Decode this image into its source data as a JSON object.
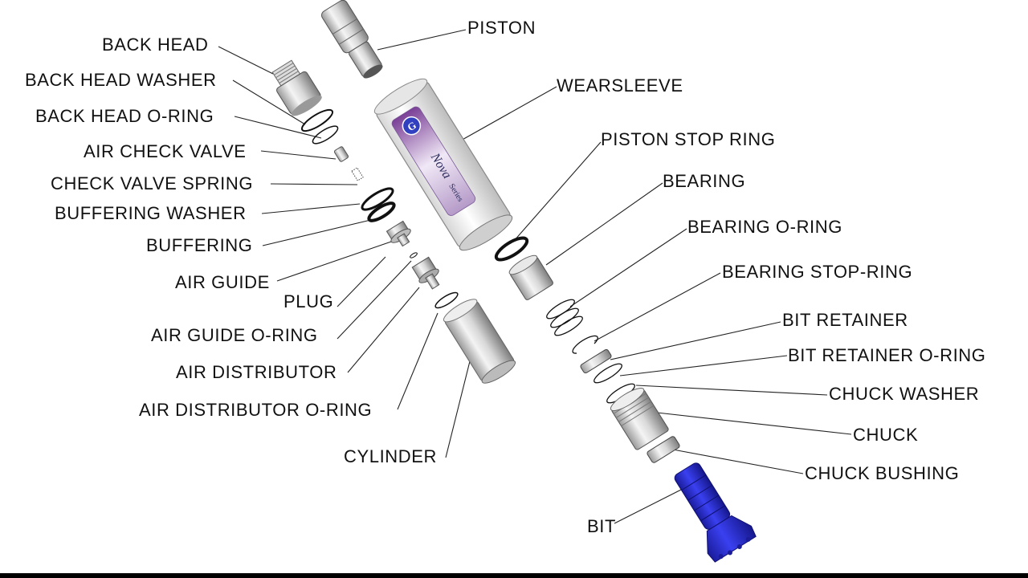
{
  "colors": {
    "ink": "#111111",
    "metal_light": "#f2f2f2",
    "metal_mid": "#c8c8c8",
    "metal_dark": "#8a8a8a",
    "bit_blue": "#2a2fd6",
    "bit_blue_dark": "#1a1c9a",
    "badge_purple": "#6a3a8a"
  },
  "labels": {
    "back_head": "BACK HEAD",
    "back_head_washer": "BACK HEAD WASHER",
    "back_head_o_ring": "BACK HEAD O-RING",
    "air_check_valve": "AIR CHECK VALVE",
    "check_valve_spring": "CHECK VALVE SPRING",
    "buffering_washer": "BUFFERING WASHER",
    "buffering": "BUFFERING",
    "air_guide": "AIR GUIDE",
    "plug": "PLUG",
    "air_guide_o_ring": "AIR GUIDE O-RING",
    "air_distributor": "AIR DISTRIBUTOR",
    "air_distributor_o_ring": "AIR DISTRIBUTOR O-RING",
    "cylinder": "CYLINDER",
    "piston": "PISTON",
    "wearsleeve": "WEARSLEEVE",
    "piston_stop_ring": "PISTON STOP RING",
    "bearing": "BEARING",
    "bearing_o_ring": "BEARING O-RING",
    "bearing_stop_ring": "BEARING STOP-RING",
    "bit_retainer": "BIT RETAINER",
    "bit_retainer_o_ring": "BIT RETAINER O-RING",
    "chuck_washer": "CHUCK WASHER",
    "chuck": "CHUCK",
    "chuck_bushing": "CHUCK BUSHING",
    "bit": "BIT"
  },
  "sleeve_badge": {
    "logo_letter": "G",
    "brand": "Nova",
    "sub": "Series"
  }
}
